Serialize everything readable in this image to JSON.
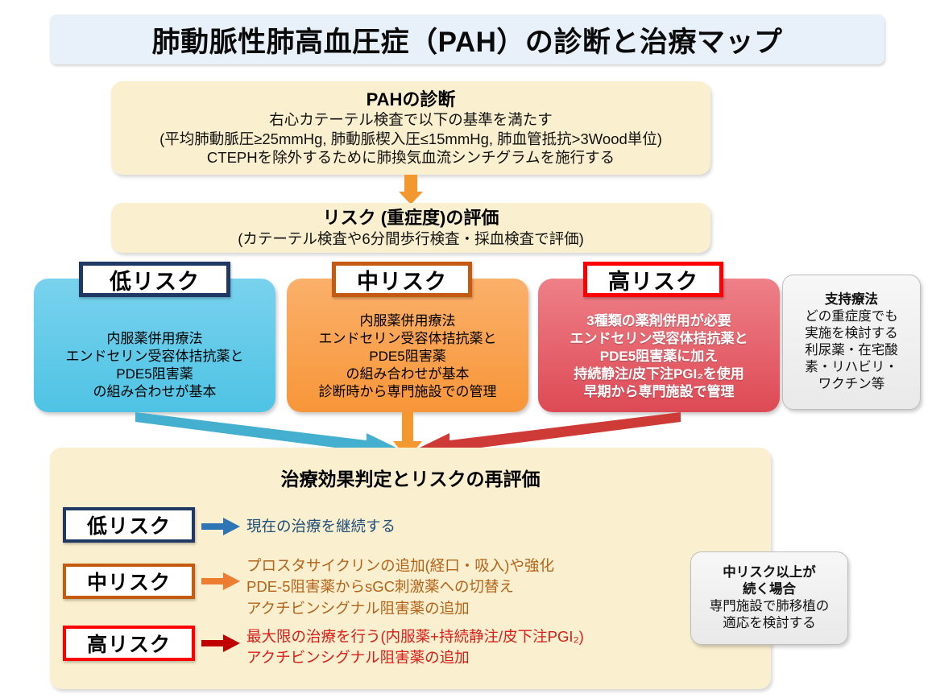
{
  "title": "肺動脈性肺高血圧症（PAH）の診断と治療マップ",
  "diagnosis": {
    "heading": "PAHの診断",
    "lines": [
      "右心カテーテル検査で以下の基準を満たす",
      "(平均肺動脈圧≥25mmHg, 肺動脈楔入圧≤15mmHg, 肺血管抵抗>3Wood単位)",
      "CTEPHを除外するために肺換気血流シンチグラムを施行する"
    ]
  },
  "risk_eval": {
    "heading": "リスク (重症度)の評価",
    "subtitle": "(カテーテル検査や6分間歩行検査・採血検査で評価)"
  },
  "risk_cards": [
    {
      "plate": "低リスク",
      "plate_border": "#1F3864",
      "fill": "#4FC3E4",
      "lines": [
        "内服薬併用療法",
        "エンドセリン受容体拮抗薬と",
        "PDE5阻害薬",
        "の組み合わせが基本"
      ]
    },
    {
      "plate": "中リスク",
      "plate_border": "#C55A11",
      "fill": "#F79639",
      "lines": [
        "内服薬併用療法",
        "エンドセリン受容体拮抗薬と",
        "PDE5阻害薬",
        "の組み合わせが基本",
        "診断時から専門施設での管理"
      ]
    },
    {
      "plate": "高リスク",
      "plate_border": "#FF0000",
      "fill": "#DD4A55",
      "lines": [
        "3種類の薬剤併用が必要",
        "エンドセリン受容体拮抗薬と",
        "PDE5阻害薬に加え",
        "持続静注/皮下注PGI₂を使用",
        "早期から専門施設で管理"
      ]
    }
  ],
  "support_box": {
    "heading": "支持療法",
    "lines": [
      "どの重症度でも",
      "実施を検討する",
      "利尿薬・在宅酸",
      "素・リハビリ・",
      "ワクチン等"
    ]
  },
  "reassessment": {
    "heading": "治療効果判定とリスクの再評価",
    "rows": [
      {
        "plate": "低リスク",
        "plate_border": "#1F3864",
        "arrow_color": "#2E75B6",
        "text_color": "#1F4E79",
        "lines": [
          "現在の治療を継続する"
        ]
      },
      {
        "plate": "中リスク",
        "plate_border": "#C55A11",
        "arrow_color": "#ED7D31",
        "text_color": "#B4641A",
        "lines": [
          "プロスタサイクリンの追加(経口・吸入)や強化",
          "PDE-5阻害薬からsGC刺激薬への切替え",
          "アクチビンシグナル阻害薬の追加"
        ]
      },
      {
        "plate": "高リスク",
        "plate_border": "#FF0000",
        "arrow_color": "#C00000",
        "text_color": "#D91E18",
        "lines": [
          "最大限の治療を行う(内服薬+持続静注/皮下注PGI₂)",
          "アクチビンシグナル阻害薬の追加"
        ]
      }
    ]
  },
  "transplant_box": {
    "lines_bold": [
      "中リスク以上が",
      "続く場合"
    ],
    "lines": [
      "専門施設で肺移植の",
      "適応を検討する"
    ]
  },
  "colors": {
    "title_banner": "#E8F0FA",
    "cream_panel": "#FAEFCE",
    "low": "#4FC3E4",
    "mid": "#F79639",
    "high": "#DD4A55",
    "connector": "#F3972F"
  }
}
